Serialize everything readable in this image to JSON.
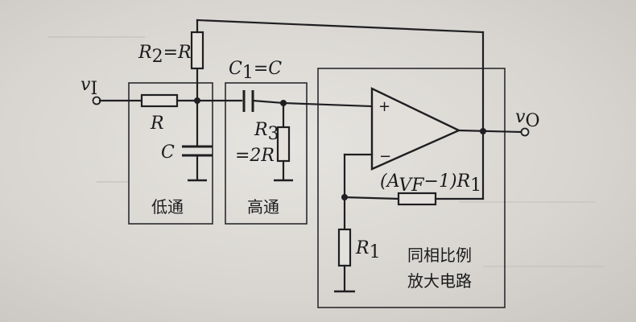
{
  "labels": {
    "vi": "v",
    "vi_sub": "I",
    "vo": "v",
    "vo_sub": "O",
    "r2": "R",
    "r2_sub": "2",
    "r2_val": "=R",
    "r_series": "R",
    "c_shunt": "C",
    "c1": "C",
    "c1_sub": "1",
    "c1_val": "=C",
    "r3": "R",
    "r3_sub": "3",
    "r3_val": "=2R",
    "plus": "+",
    "minus": "−",
    "rf_open": "(A",
    "rf_sub": "VF",
    "rf_close": "−1)R",
    "rf_sub2": "1",
    "r1": "R",
    "r1_sub": "1"
  },
  "blocks": {
    "lowpass": "低通",
    "highpass": "高通",
    "amp_line1": "同相比例",
    "amp_line2": "放大电路"
  }
}
